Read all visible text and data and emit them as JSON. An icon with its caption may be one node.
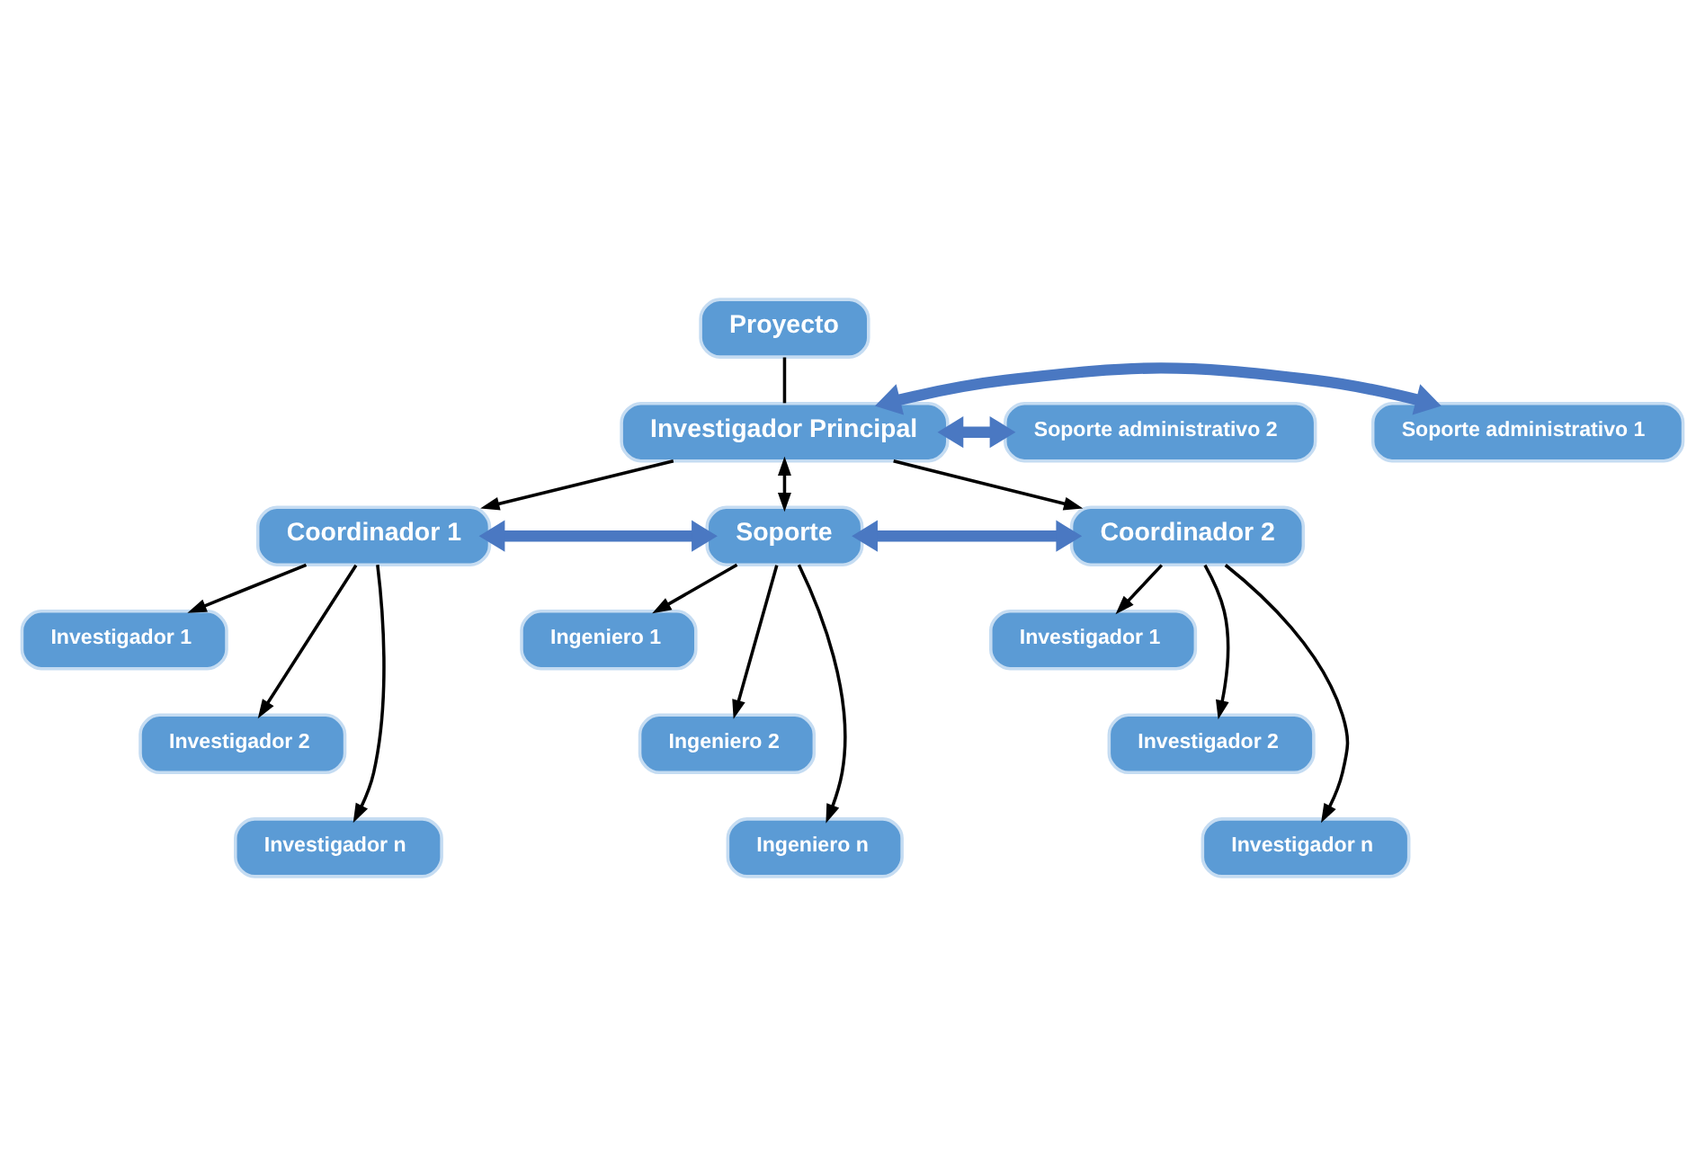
{
  "diagram": {
    "nodes": [
      {
        "text": [
          "Proyecto"
        ]
      },
      {
        "text": [
          "Investigador Principal"
        ]
      },
      {
        "text": [
          "Soporte administrativo 1"
        ]
      },
      {
        "text": [
          "Soporte administrativo 2"
        ]
      },
      {
        "text": [
          "Coordinador 1"
        ]
      },
      {
        "text": [
          "Soporte"
        ]
      },
      {
        "text": [
          "Coordinador 2"
        ]
      },
      {
        "text": [
          "Investigador 1"
        ]
      },
      {
        "text": [
          "Investigador 2"
        ]
      },
      {
        "text": [
          "Investigador n"
        ]
      },
      {
        "text": [
          "Ingeniero 1"
        ]
      },
      {
        "text": [
          "Ingeniero 2"
        ]
      },
      {
        "text": [
          "Ingeniero n"
        ]
      },
      {
        "text": [
          "Investigador 1"
        ]
      },
      {
        "text": [
          "Investigador 2"
        ]
      },
      {
        "text": [
          "Investigador n"
        ]
      }
    ],
    "edges": [
      {
        "from": 0,
        "to": 1,
        "arrow": "none"
      },
      {
        "from": 2,
        "to": 1,
        "arrow": "both",
        "style": "thick",
        "color": "#4a78c2"
      },
      {
        "from": 1,
        "to": 3,
        "arrow": "both",
        "style": "thick",
        "color": "#4a78c2"
      },
      {
        "from": 1,
        "to": 4,
        "arrow": "to"
      },
      {
        "from": 1,
        "to": 5,
        "arrow": "both"
      },
      {
        "from": 1,
        "to": 6,
        "arrow": "to"
      },
      {
        "from": 4,
        "to": 5,
        "arrow": "both",
        "style": "thick",
        "color": "#4a78c2"
      },
      {
        "from": 5,
        "to": 6,
        "arrow": "both",
        "style": "thick",
        "color": "#4a78c2"
      },
      {
        "from": 4,
        "to": 7,
        "arrow": "to"
      },
      {
        "from": 4,
        "to": 8,
        "arrow": "to"
      },
      {
        "from": 4,
        "to": 9,
        "arrow": "to"
      },
      {
        "from": 5,
        "to": 10,
        "arrow": "to"
      },
      {
        "from": 5,
        "to": 11,
        "arrow": "to"
      },
      {
        "from": 5,
        "to": 12,
        "arrow": "to"
      },
      {
        "from": 6,
        "to": 13,
        "arrow": "to"
      },
      {
        "from": 6,
        "to": 14,
        "arrow": "to"
      },
      {
        "from": 6,
        "to": 15,
        "arrow": "to"
      }
    ]
  }
}
